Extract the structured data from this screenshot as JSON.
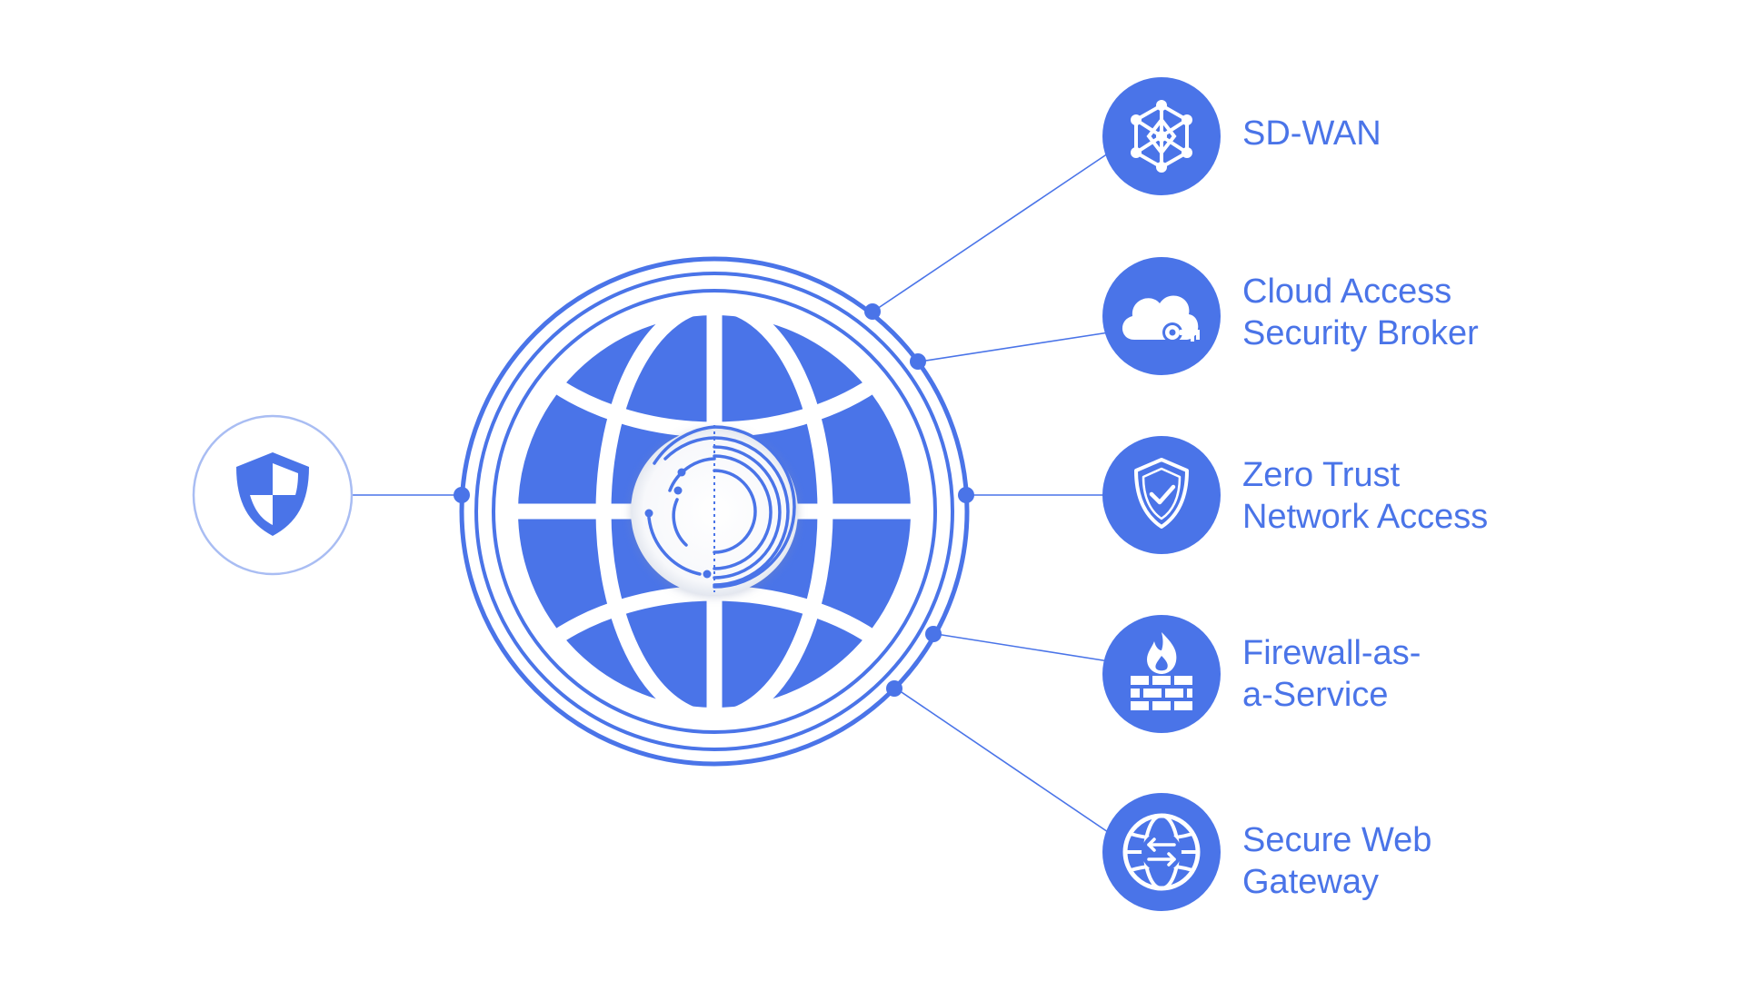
{
  "colors": {
    "accent": "#4a74e8",
    "accent_light": "#a9bdf3",
    "background": "#ffffff"
  },
  "hub": {
    "icon": "globe-icon",
    "core_icon": "circular-logo-icon"
  },
  "source": {
    "icon": "shield-icon"
  },
  "services": [
    {
      "label": "SD-WAN",
      "icon": "network-mesh-icon"
    },
    {
      "label": "Cloud Access\nSecurity Broker",
      "icon": "cloud-key-icon"
    },
    {
      "label": "Zero Trust\nNetwork Access",
      "icon": "shield-check-icon"
    },
    {
      "label": "Firewall-as-\na-Service",
      "icon": "firewall-icon"
    },
    {
      "label": "Secure Web\nGateway",
      "icon": "globe-arrows-icon"
    }
  ]
}
